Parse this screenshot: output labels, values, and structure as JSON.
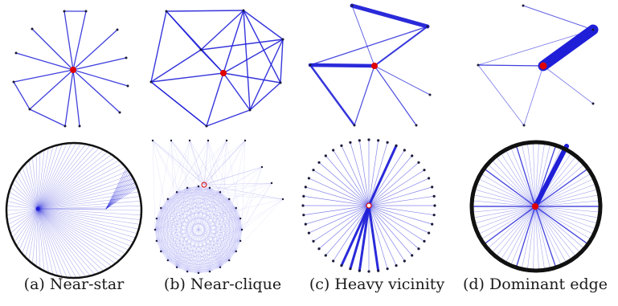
{
  "panels": [
    {
      "id": "a",
      "caption": "(a) Near-star"
    },
    {
      "id": "b",
      "caption": "(b) Near-clique"
    },
    {
      "id": "c",
      "caption": "(c) Heavy vicinity"
    },
    {
      "id": "d",
      "caption": "(d) Dominant edge"
    }
  ],
  "colors": {
    "edge": "#1f1fd8",
    "edge_light": "#9a9af0",
    "hub": "#e00000",
    "node": "#1a1a3a",
    "circle": "#111111"
  }
}
